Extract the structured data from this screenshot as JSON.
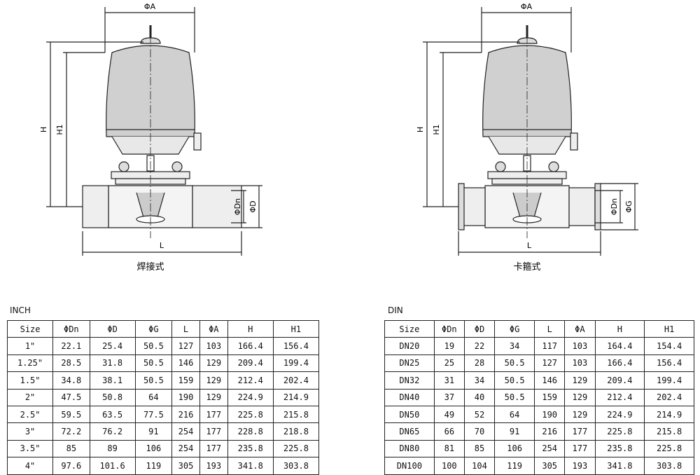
{
  "drawings": [
    {
      "caption": "焊接式",
      "dims": {
        "A": "ΦA",
        "H": "H",
        "H1": "H1",
        "D": "ΦD",
        "Dn": "ΦDn",
        "L": "L"
      }
    },
    {
      "caption": "卡箍式",
      "dims": {
        "A": "ΦA",
        "H": "H",
        "H1": "H1",
        "G": "ΦG",
        "Dn": "ΦDn",
        "L": "L"
      }
    }
  ],
  "tables": {
    "inch": {
      "title": "INCH",
      "headers": [
        "Size",
        "ΦDn",
        "ΦD",
        "ΦG",
        "L",
        "ΦA",
        "H",
        "H1"
      ],
      "rows": [
        [
          "1\"",
          "22.1",
          "25.4",
          "50.5",
          "127",
          "103",
          "166.4",
          "156.4"
        ],
        [
          "1.25\"",
          "28.5",
          "31.8",
          "50.5",
          "146",
          "129",
          "209.4",
          "199.4"
        ],
        [
          "1.5\"",
          "34.8",
          "38.1",
          "50.5",
          "159",
          "129",
          "212.4",
          "202.4"
        ],
        [
          "2\"",
          "47.5",
          "50.8",
          "64",
          "190",
          "129",
          "224.9",
          "214.9"
        ],
        [
          "2.5\"",
          "59.5",
          "63.5",
          "77.5",
          "216",
          "177",
          "225.8",
          "215.8"
        ],
        [
          "3\"",
          "72.2",
          "76.2",
          "91",
          "254",
          "177",
          "228.8",
          "218.8"
        ],
        [
          "3.5\"",
          "85",
          "89",
          "106",
          "254",
          "177",
          "235.8",
          "225.8"
        ],
        [
          "4\"",
          "97.6",
          "101.6",
          "119",
          "305",
          "193",
          "341.8",
          "303.8"
        ]
      ]
    },
    "din": {
      "title": "DIN",
      "headers": [
        "Size",
        "ΦDn",
        "ΦD",
        "ΦG",
        "L",
        "ΦA",
        "H",
        "H1"
      ],
      "rows": [
        [
          "DN20",
          "19",
          "22",
          "34",
          "117",
          "103",
          "164.4",
          "154.4"
        ],
        [
          "DN25",
          "25",
          "28",
          "50.5",
          "127",
          "103",
          "166.4",
          "156.4"
        ],
        [
          "DN32",
          "31",
          "34",
          "50.5",
          "146",
          "129",
          "209.4",
          "199.4"
        ],
        [
          "DN40",
          "37",
          "40",
          "50.5",
          "159",
          "129",
          "212.4",
          "202.4"
        ],
        [
          "DN50",
          "49",
          "52",
          "64",
          "190",
          "129",
          "224.9",
          "214.9"
        ],
        [
          "DN65",
          "66",
          "70",
          "91",
          "216",
          "177",
          "225.8",
          "215.8"
        ],
        [
          "DN80",
          "81",
          "85",
          "106",
          "254",
          "177",
          "235.8",
          "225.8"
        ],
        [
          "DN100",
          "100",
          "104",
          "119",
          "305",
          "193",
          "341.8",
          "303.8"
        ]
      ]
    }
  }
}
